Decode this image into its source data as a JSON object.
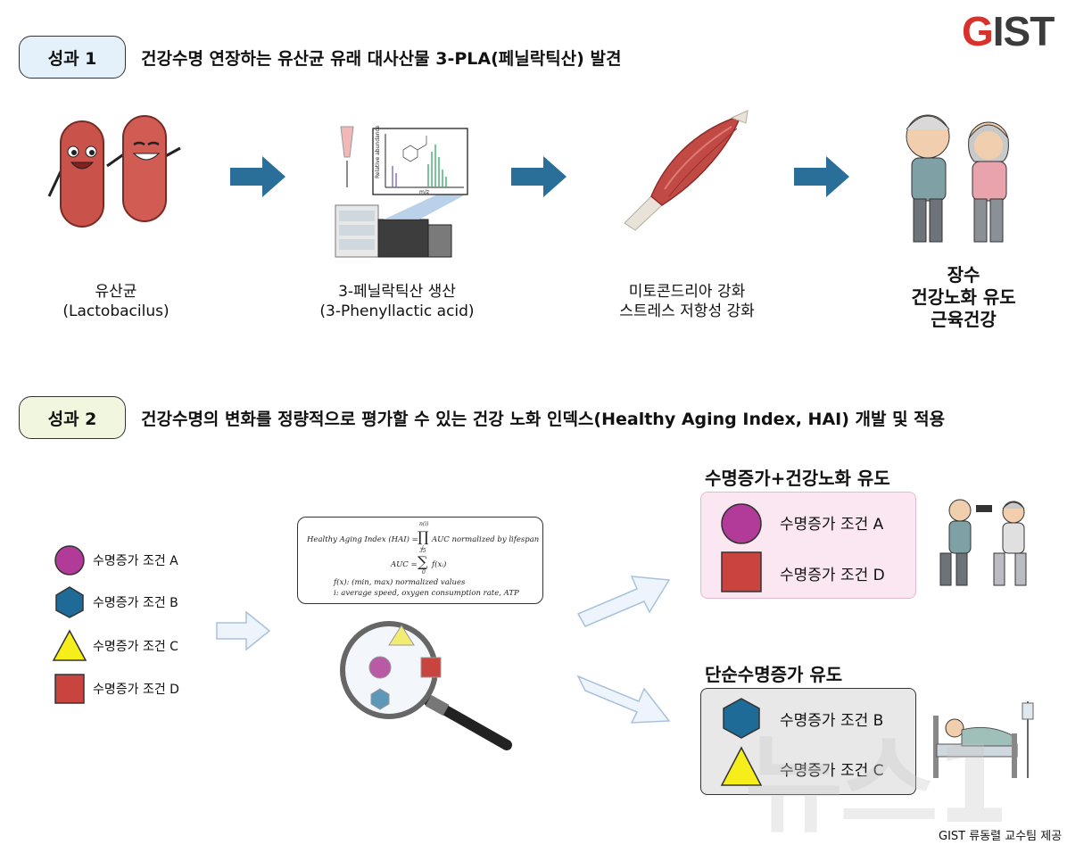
{
  "logo": {
    "text_g": "G",
    "text_rest": "IST"
  },
  "section1": {
    "badge": "성과 1",
    "headline": "건강수명 연장하는 유산균 유래 대사산물 3-PLA(페닐락틱산) 발견",
    "captions": [
      {
        "line1": "유산균",
        "line2": "(Lactobacilus)"
      },
      {
        "line1": "3-페닐락틱산 생산",
        "line2": "(3-Phenyllactic acid)"
      },
      {
        "line1": "미토콘드리아 강화",
        "line2": "스트레스 저항성 강화"
      }
    ],
    "outcome": {
      "line1": "장수",
      "line2": "건강노화 유도",
      "line3": "근육건강"
    },
    "chart_axis_y": "Relative abundance",
    "chart_axis_x": "m/z"
  },
  "section2": {
    "badge": "성과 2",
    "headline": "건강수명의 변화를 정량적으로 평가할 수 있는 건강 노화 인덱스(Healthy Aging Index, HAI) 개발 및 적용",
    "conditions": [
      {
        "label": "수명증가 조건 A",
        "shape": "circle",
        "color": "#b23b9a"
      },
      {
        "label": "수명증가 조건 B",
        "shape": "hexagon",
        "color": "#1f6b98"
      },
      {
        "label": "수명증가 조건 C",
        "shape": "triangle",
        "color": "#f5ee1a"
      },
      {
        "label": "수명증가 조건 D",
        "shape": "square",
        "color": "#c9443f"
      }
    ],
    "formula": {
      "line1_left": "Healthy Aging Index (HAI) =",
      "line1_right": "AUC normalized by lifespan",
      "prod_top": "n(i)",
      "prod_bottom": "i",
      "line2_left": "AUC =",
      "line2_right": "f(xᵢ)",
      "sum_top": "35",
      "sum_bottom": "0",
      "line3": "f(x): (min, max) normalized values",
      "line4": "i:  average speed, oxygen consumption rate, ATP"
    },
    "healthy_box": {
      "title": "수명증가+건강노화 유도",
      "items": [
        "수명증가 조건 A",
        "수명증가 조건 D"
      ]
    },
    "simple_box": {
      "title": "단순수명증가 유도",
      "items": [
        "수명증가 조건 B",
        "수명증가 조건 C"
      ]
    }
  },
  "credit": "GIST 류동렬 교수팀 제공",
  "watermark": "뉴스1",
  "colors": {
    "logo_red": "#d9312b",
    "logo_dark": "#3b3b3b",
    "arrow_blue": "#2a6f9a",
    "badge1_bg": "#e4f1fb",
    "badge2_bg": "#f1f7df",
    "healthy_bg": "#fbe7f1",
    "simple_bg": "#e8e8e8"
  }
}
